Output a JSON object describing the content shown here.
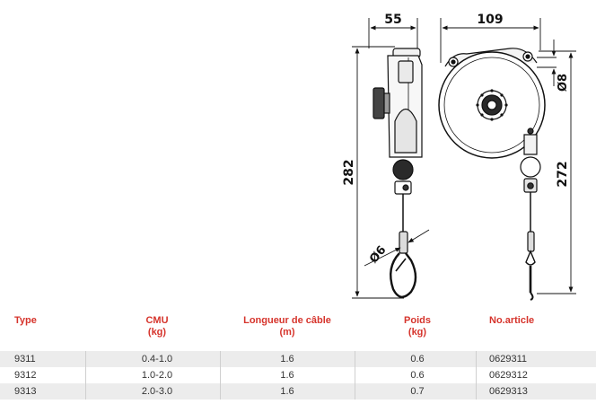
{
  "drawing": {
    "dimensions": {
      "side_width": "55",
      "front_width": "109",
      "side_height": "282",
      "front_height": "272",
      "hook_hole": "Ø8",
      "cable_dia": "Ø6"
    }
  },
  "table": {
    "headers": {
      "type": "Type",
      "cmu_line1": "CMU",
      "cmu_line2": "(kg)",
      "cable_line1": "Longueur de câble",
      "cable_line2": "(m)",
      "weight_line1": "Poids",
      "weight_line2": "(kg)",
      "article": "No.article"
    },
    "rows": [
      {
        "type": "9311",
        "cmu": "0.4-1.0",
        "cable": "1.6",
        "weight": "0.6",
        "article": "0629311"
      },
      {
        "type": "9312",
        "cmu": "1.0-2.0",
        "cable": "1.6",
        "weight": "0.6",
        "article": "0629312"
      },
      {
        "type": "9313",
        "cmu": "2.0-3.0",
        "cable": "1.6",
        "weight": "0.7",
        "article": "0629313"
      }
    ]
  },
  "colors": {
    "header_red": "#d6342c",
    "row_shade": "#ececec"
  }
}
